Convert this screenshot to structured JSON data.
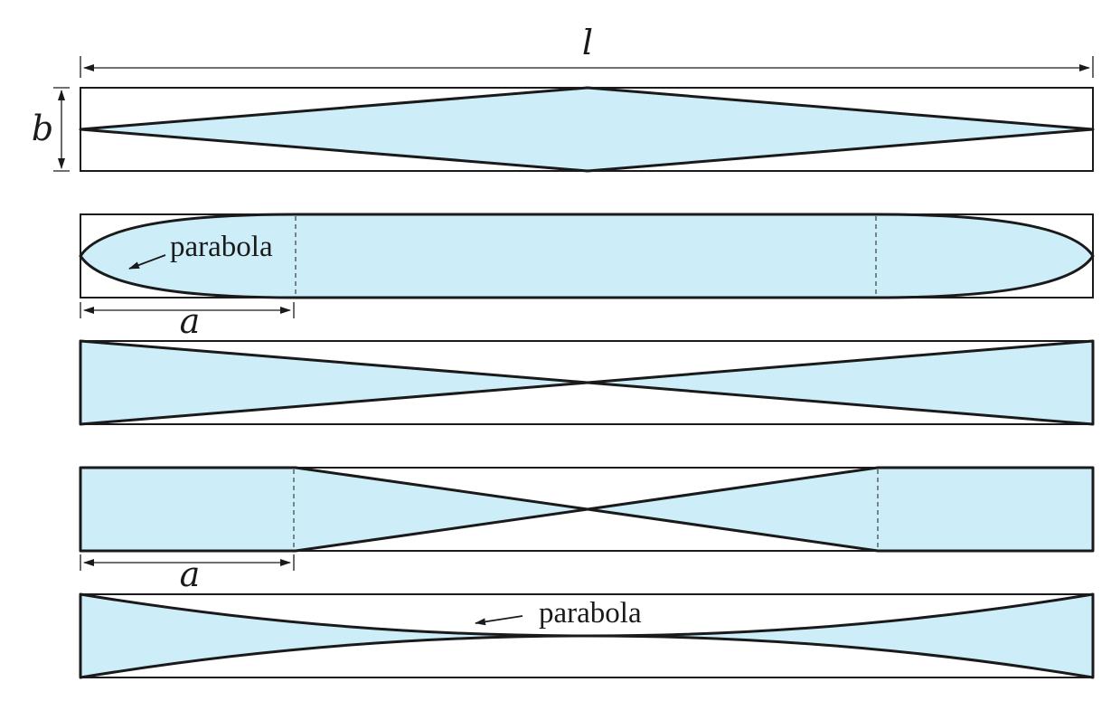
{
  "labels": {
    "length": "l",
    "width": "b",
    "segment_top": "a",
    "segment_bottom": "a",
    "curve_top": "parabola",
    "curve_bottom": "parabola"
  },
  "colors": {
    "fill": "#cdeef9",
    "stroke": "#1a1a1a"
  }
}
